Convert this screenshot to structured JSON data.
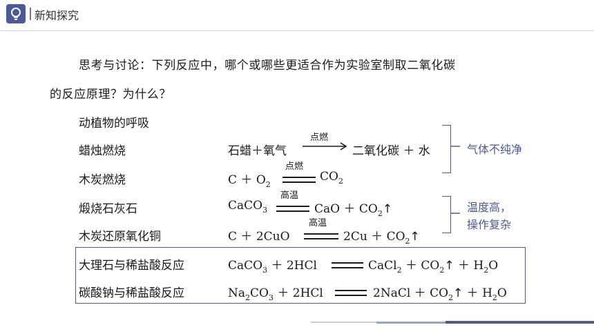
{
  "header": {
    "title": "新知探究",
    "icon": "lightbulb-icon",
    "accent": "#4a5a9a"
  },
  "question": {
    "line1": "思考与讨论：下列反应中，哪个或哪些更适合作为实验室制取二氧化碳",
    "line2": "的反应原理？为什么？"
  },
  "rows": [
    {
      "label": "动植物的呼吸"
    },
    {
      "label": "蜡烛燃烧",
      "reactants": "石蜡＋氧气",
      "condition": "点燃",
      "products": "二氧化碳 ＋ 水"
    },
    {
      "label": "木炭燃烧",
      "reactants": "C ＋ O",
      "r_sub": "2",
      "condition": "点燃",
      "products": "CO",
      "p_sub": "2"
    },
    {
      "label": "煅烧石灰石",
      "reactants": "CaCO",
      "r_sub": "3",
      "condition": "高温",
      "products": "CaO ＋ CO",
      "p_sub": "2",
      "gas": "↑"
    },
    {
      "label": "木炭还原氧化铜",
      "reactants": "C ＋ 2CuO",
      "condition": "高温",
      "products": "2Cu ＋ CO",
      "p_sub": "2",
      "gas": "↑"
    },
    {
      "label": "大理石与稀盐酸反应",
      "reactants_a": "CaCO",
      "r_sub": "3",
      "reactants_b": " ＋ 2HCl",
      "products_a": "CaCl",
      "p_sub1": "2",
      "products_b": " ＋ CO",
      "p_sub2": "2",
      "gas": "↑",
      "products_c": " ＋ H",
      "p_sub3": "2",
      "products_d": "O"
    },
    {
      "label": "碳酸钠与稀盐酸反应",
      "reactants_a": "Na",
      "r_sub1": "2",
      "reactants_b": "CO",
      "r_sub2": "3",
      "reactants_c": " ＋ 2HCl",
      "products_a": "2NaCl ＋ CO",
      "p_sub1": "2",
      "gas": "↑",
      "products_c": " ＋ H",
      "p_sub3": "2",
      "products_d": "O"
    }
  ],
  "notes": {
    "impure": "气体不纯净",
    "hard_line1": "温度高，",
    "hard_line2": "操作复杂"
  }
}
